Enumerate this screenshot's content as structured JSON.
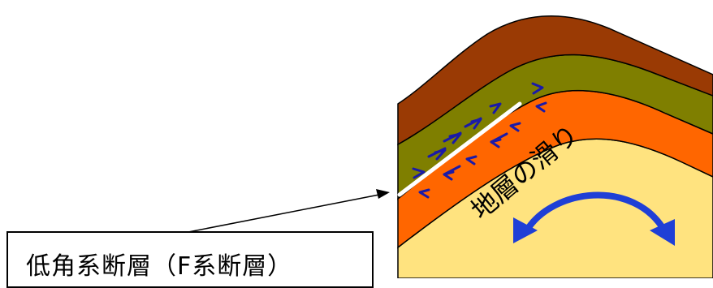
{
  "diagram": {
    "fault_label": "低角系断層（F系断層）",
    "slip_label": "地層の滑り",
    "layers": [
      {
        "name": "top",
        "color": "#9a3a04"
      },
      {
        "name": "second",
        "color": "#7f7f00"
      },
      {
        "name": "third",
        "color": "#ff6600"
      },
      {
        "name": "core",
        "color": "#ffe37f"
      }
    ],
    "arrow_color": "#1f3fd6",
    "chevron_color": "#1a1aa8",
    "fault_line_color": "#ffffff"
  }
}
